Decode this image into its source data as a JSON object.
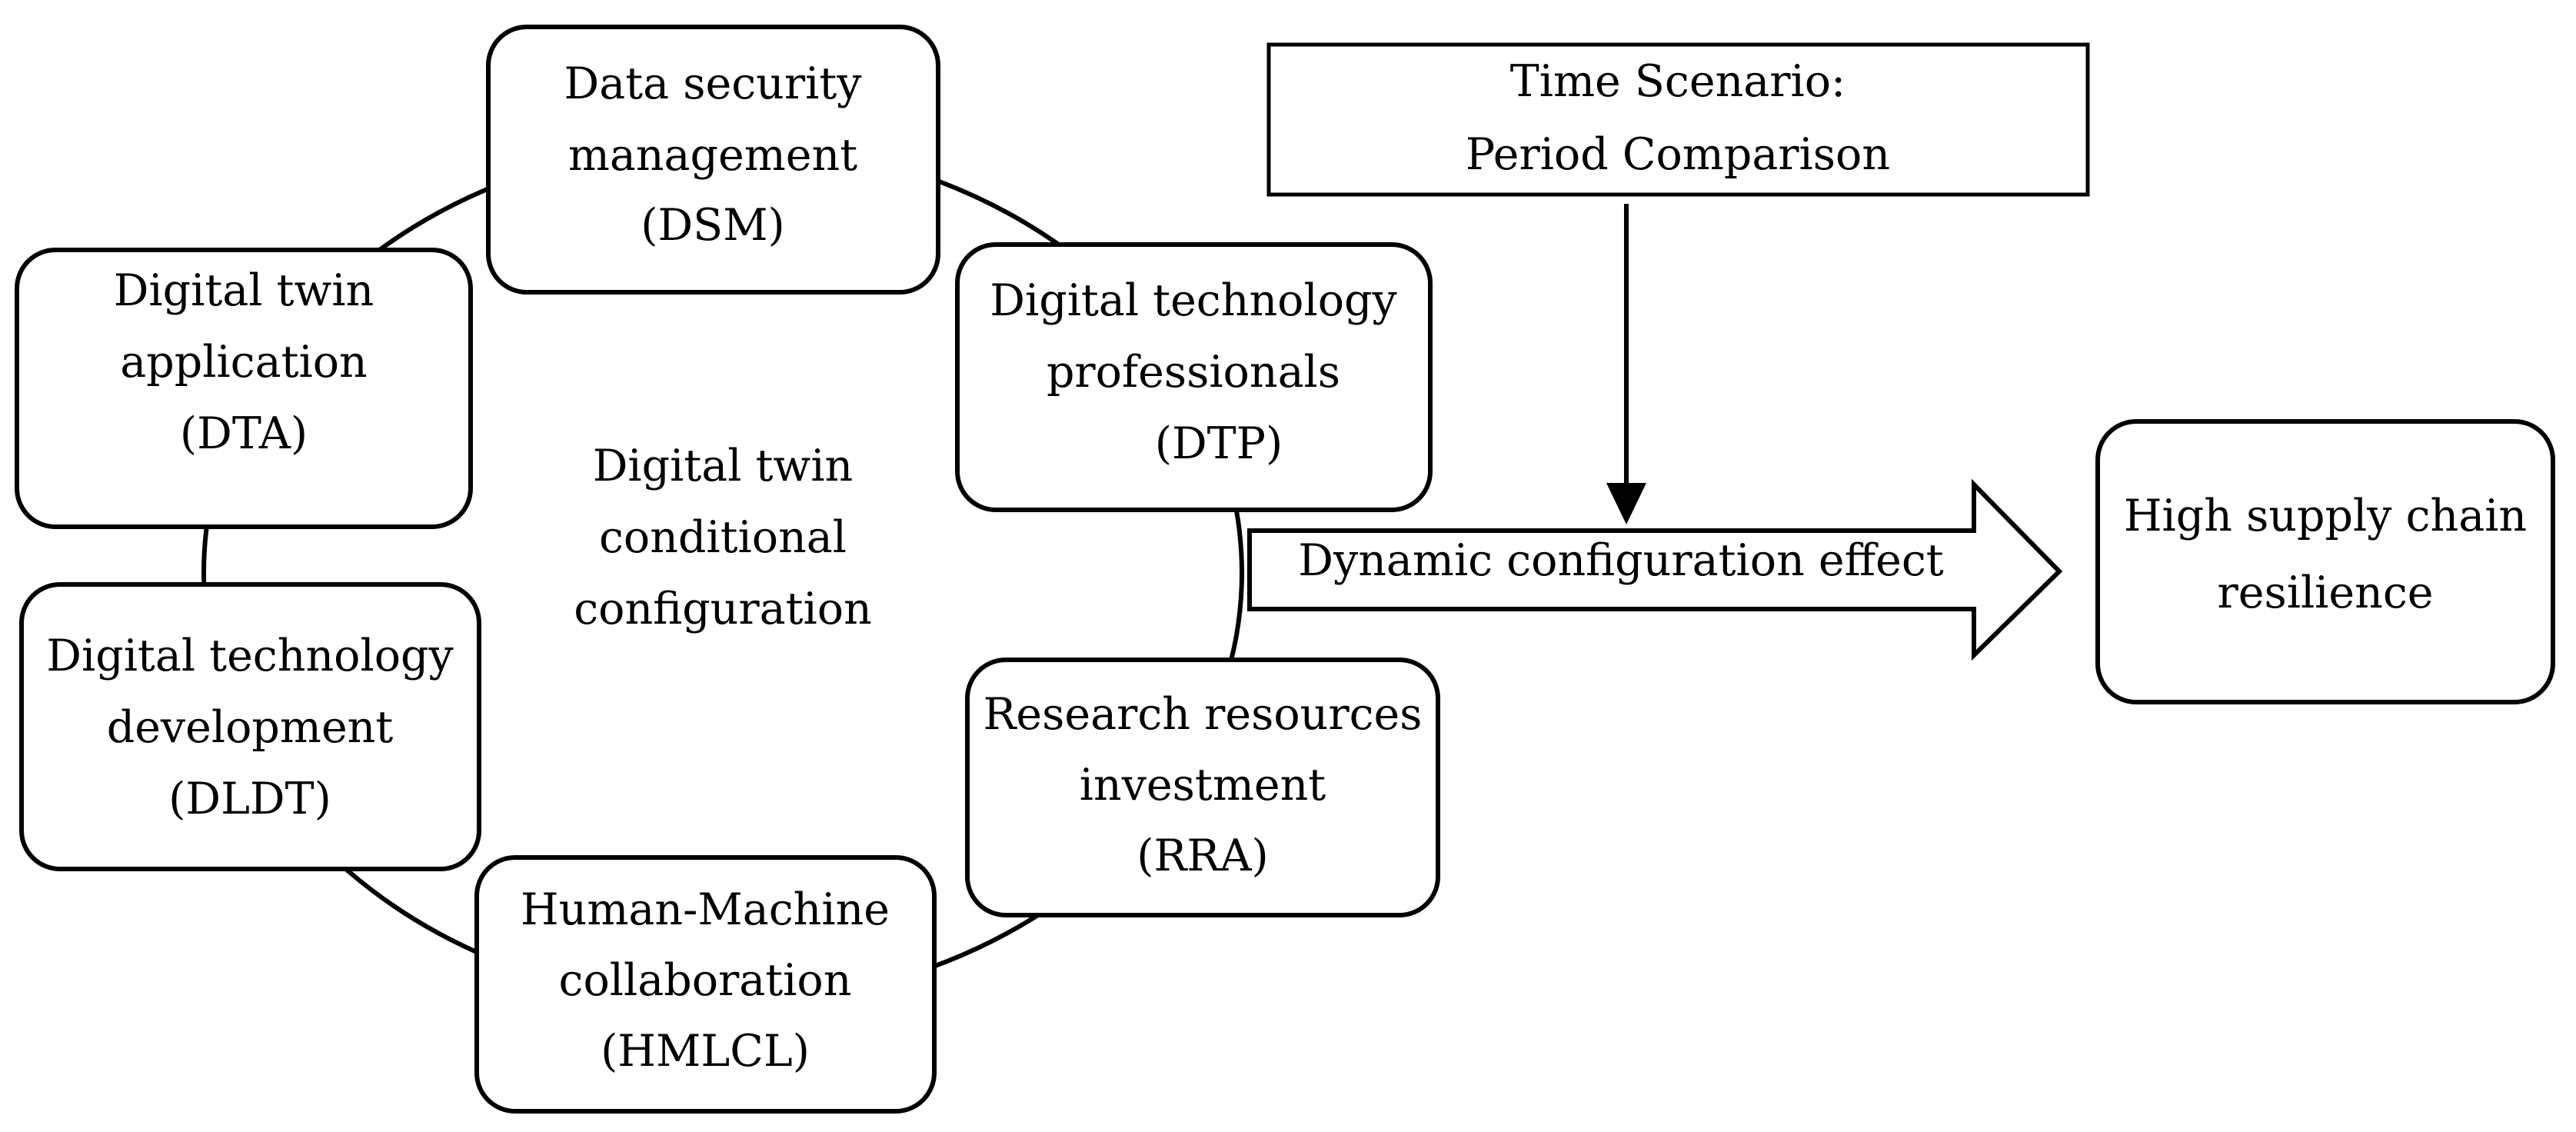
{
  "center": {
    "lines": [
      "Digital twin",
      "conditional",
      "configuration"
    ]
  },
  "nodes": {
    "dsm": {
      "lines": [
        "Data security",
        "management",
        "(DSM)"
      ]
    },
    "dtp": {
      "lines": [
        "Digital technology",
        "professionals",
        "(DTP)"
      ]
    },
    "rra": {
      "lines": [
        "Research resources",
        "investment",
        "(RRA)"
      ]
    },
    "hmlcl": {
      "lines": [
        "Human-Machine",
        "collaboration",
        "(HMLCL)"
      ]
    },
    "dldt": {
      "lines": [
        "Digital technology",
        "development",
        "(DLDT)"
      ]
    },
    "dta": {
      "lines": [
        "Digital twin",
        "application",
        "(DTA)"
      ]
    }
  },
  "time_scenario": {
    "lines": [
      "Time Scenario:",
      "Period Comparison"
    ]
  },
  "effect_arrow": {
    "label": "Dynamic configuration effect"
  },
  "outcome": {
    "lines": [
      "High supply chain",
      "resilience"
    ]
  }
}
